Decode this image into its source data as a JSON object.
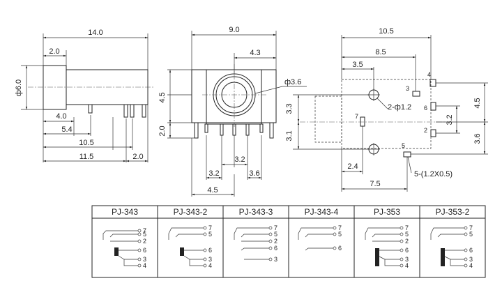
{
  "side_view": {
    "dims": {
      "overall_length": "14.0",
      "front_flange": "2.0",
      "diameter": "ф6.0",
      "pin_a": "4.0",
      "pin_b": "5.4",
      "pin_c": "10.5",
      "pin_d": "11.5",
      "rear_pin": "2.0"
    }
  },
  "front_view": {
    "dims": {
      "width": "9.0",
      "half_width": "4.3",
      "bore": "ф3.6",
      "center_height": "4.5",
      "base_height": "2.0",
      "pin_spacing_a": "3.2",
      "pin_spacing_b": "3.2",
      "pin_spacing_c": "3.6",
      "pin_span": "4.5"
    }
  },
  "pcb_layout": {
    "dims": {
      "overall": "10.5",
      "d85": "8.5",
      "d35": "3.5",
      "locating_holes": "2-ф1.2",
      "v33": "3.3",
      "v31": "3.1",
      "d24": "2.4",
      "d75": "7.5",
      "pad_size": "5-(1.2X0.5)",
      "v45": "4.5",
      "v32": "3.2",
      "v36": "3.6"
    },
    "pin_labels": [
      "4",
      "3",
      "6",
      "7",
      "2",
      "5"
    ]
  },
  "variants_table": {
    "headers": [
      "PJ-343",
      "PJ-343-2",
      "PJ-343-3",
      "PJ-343-4",
      "PJ-353",
      "PJ-353-2"
    ],
    "pins": [
      [
        "7",
        "5",
        "2",
        "6",
        "3",
        "4"
      ],
      [
        "7",
        "5",
        "6",
        "3",
        "4"
      ],
      [
        "7",
        "5",
        "2",
        "6",
        "3"
      ],
      [
        "7",
        "5",
        "6"
      ],
      [
        "7",
        "5",
        "2",
        "6",
        "3",
        "4"
      ],
      [
        "7",
        "5",
        "6",
        "3",
        "4"
      ]
    ]
  }
}
